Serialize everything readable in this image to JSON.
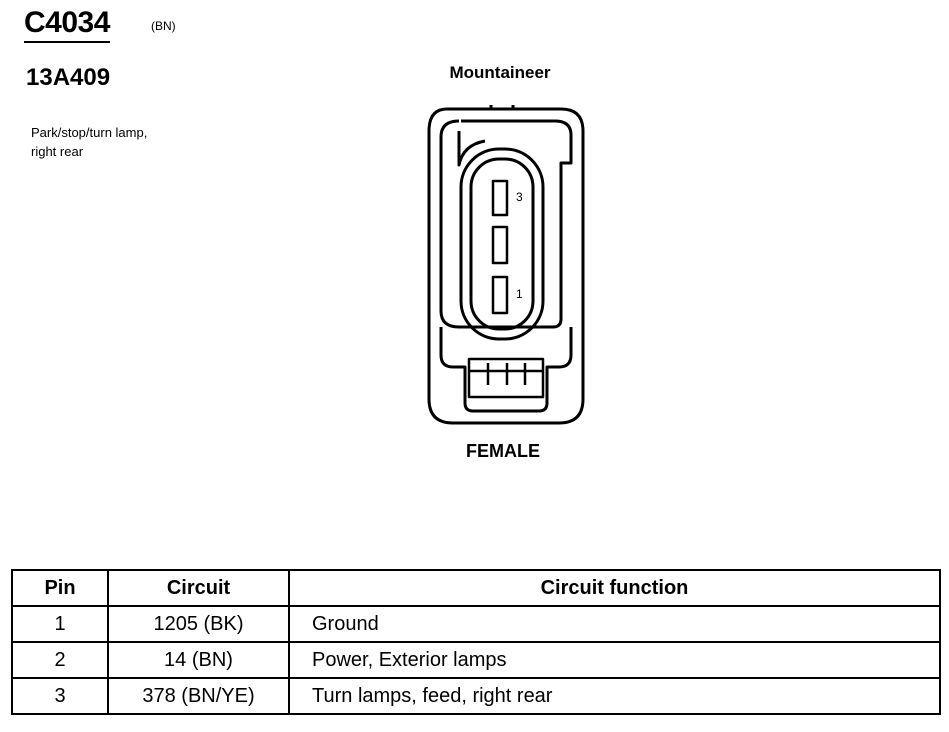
{
  "connector": {
    "id": "C4034",
    "color_code": "(BN)",
    "part_number": "13A409",
    "description_line1": "Park/stop/turn lamp,",
    "description_line2": "right rear",
    "vehicle": "Mountaineer",
    "gender": "FEMALE",
    "pin_labels": {
      "top": "3",
      "bottom": "1"
    }
  },
  "table": {
    "headers": {
      "pin": "Pin",
      "circuit": "Circuit",
      "function": "Circuit function"
    },
    "rows": [
      {
        "pin": "1",
        "circuit": "1205 (BK)",
        "function": "Ground"
      },
      {
        "pin": "2",
        "circuit": "14 (BN)",
        "function": "Power, Exterior lamps"
      },
      {
        "pin": "3",
        "circuit": "378 (BN/YE)",
        "function": "Turn lamps, feed, right rear"
      }
    ]
  }
}
